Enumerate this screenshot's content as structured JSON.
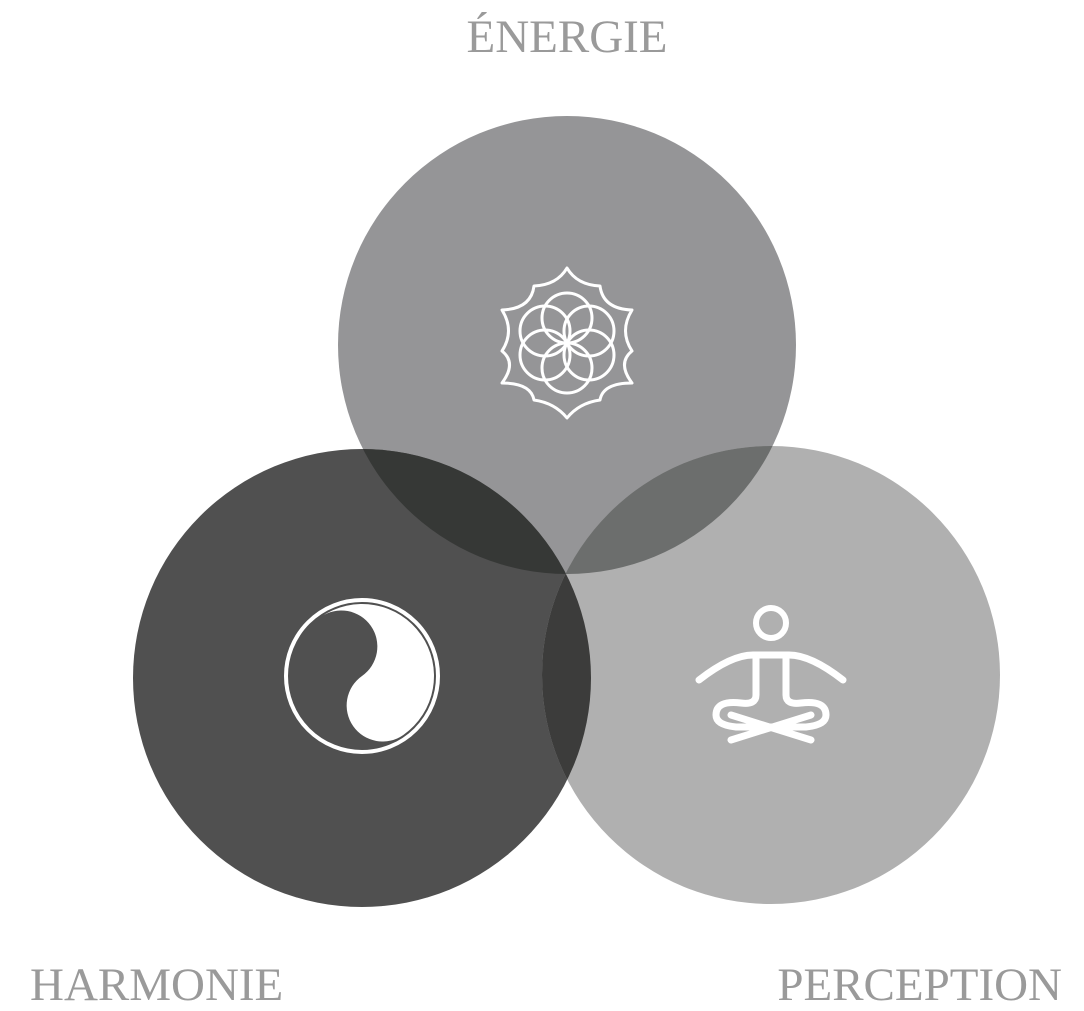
{
  "labels": {
    "top": "ÉNERGIE",
    "left": "HARMONIE",
    "right": "PERCEPTION"
  },
  "circles": [
    {
      "key": "energie",
      "color": "#959597",
      "icon": "lotus-flower-icon"
    },
    {
      "key": "harmonie",
      "color": "#505050",
      "icon": "yin-yang-icon"
    },
    {
      "key": "perception",
      "color": "#b0b0b0",
      "icon": "meditation-person-icon"
    }
  ],
  "overlap_colors": {
    "energie_harmonie": "#363836",
    "energie_perception": "#6c6e6d",
    "harmonie_perception": "#3c3c3b"
  },
  "colors": {
    "label_text": "#9a9a9a",
    "icon_stroke": "#ffffff",
    "background": "#ffffff"
  }
}
